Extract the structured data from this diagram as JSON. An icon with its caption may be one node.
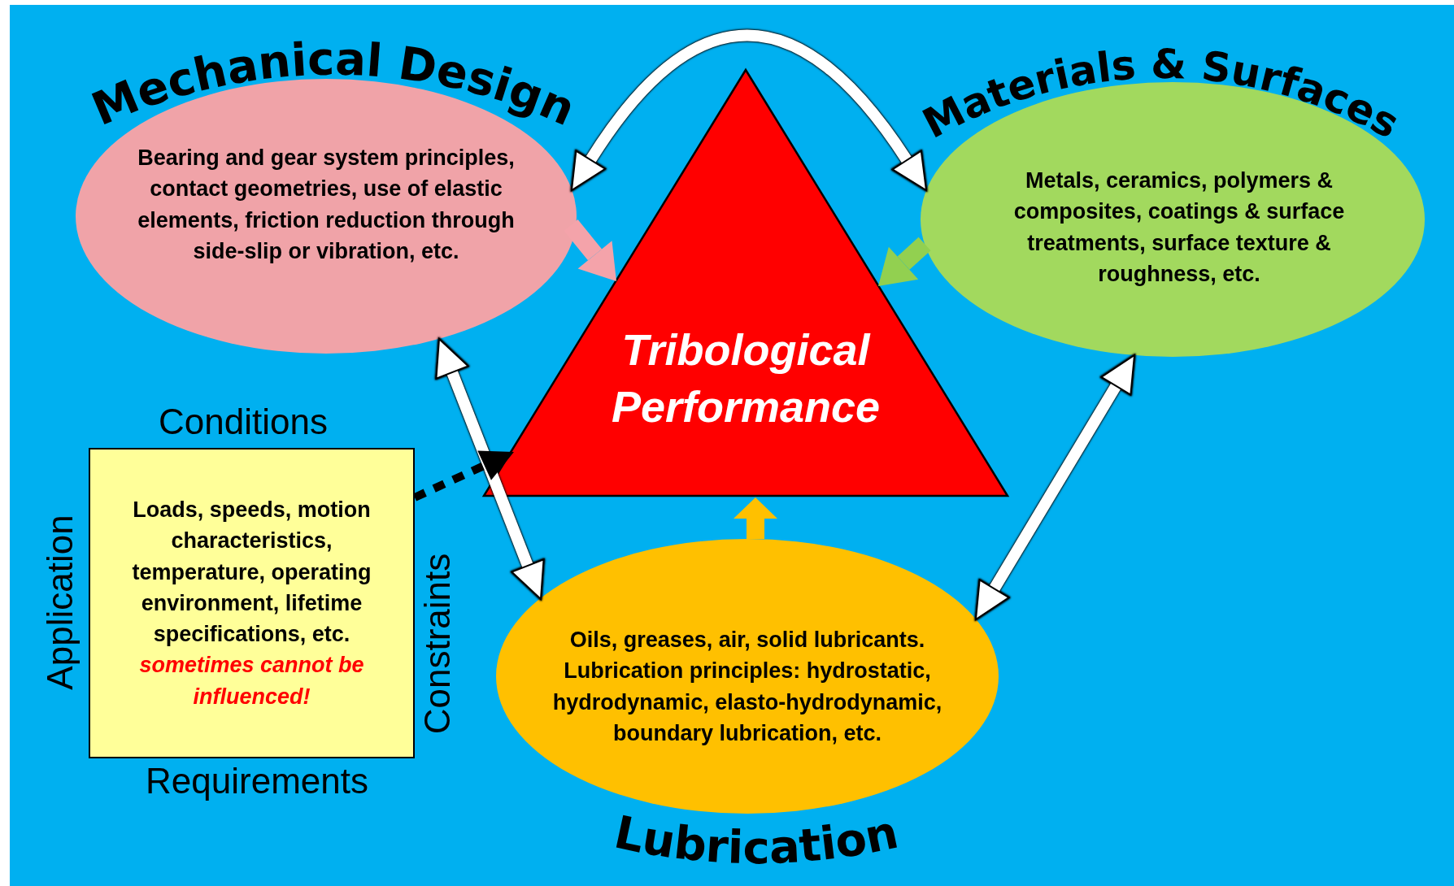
{
  "diagram": {
    "nodes": [
      {
        "text": [
          "Mechanical Design",
          "Bearing and gear system principles, contact geometries, use of elastic elements, friction reduction through side-slip or vibration, etc."
        ]
      },
      {
        "text": [
          "Materials & Surfaces",
          "Metals, ceramics, polymers & composites, coatings & surface treatments, surface texture & roughness, etc."
        ]
      },
      {
        "text": [
          "Tribological Performance"
        ]
      },
      {
        "text": [
          "Conditions",
          "Application",
          "Loads, speeds, motion characteristics, temperature, operating environment, lifetime specifications, etc.",
          "sometimes cannot be influenced!",
          "Constraints",
          "Requirements"
        ]
      },
      {
        "text": [
          "Oils, greases, air, solid lubricants. Lubrication principles: hydrostatic, hydrodynamic, elasto-hydrodynamic, boundary lubrication, etc.",
          "Lubrication"
        ]
      }
    ],
    "edges": [
      {
        "from": 0,
        "to": 1,
        "arrow": "both"
      },
      {
        "from": 0,
        "to": 2,
        "arrow": "to",
        "color": "#f4a3aa"
      },
      {
        "from": 1,
        "to": 2,
        "arrow": "to",
        "color": "#92d050"
      },
      {
        "from": 0,
        "to": 4,
        "arrow": "both"
      },
      {
        "from": 1,
        "to": 4,
        "arrow": "both"
      },
      {
        "from": 3,
        "to": 2,
        "arrow": "to",
        "style": "dashed",
        "color": "#000000"
      },
      {
        "from": 4,
        "to": 2,
        "arrow": "to",
        "color": "#ffc000"
      }
    ]
  }
}
